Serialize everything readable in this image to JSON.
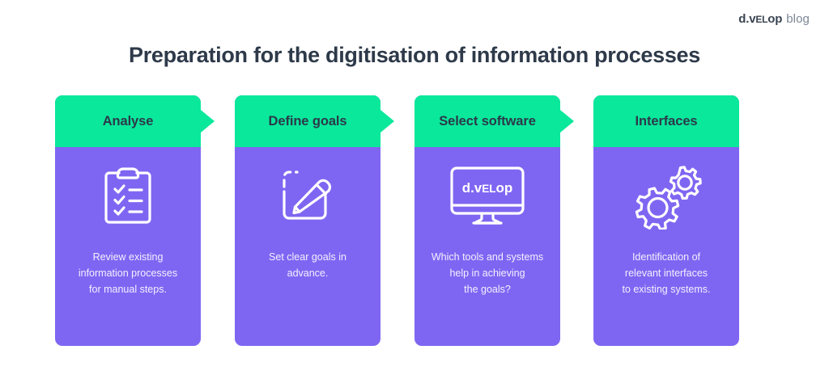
{
  "brand": {
    "mark_prefix": "d.v",
    "mark_smallcaps": "el",
    "mark_suffix": "op",
    "word": "blog"
  },
  "title": "Preparation for the digitisation of information processes",
  "colors": {
    "green": "#0ae89b",
    "purple": "#7f66f2",
    "title_navy": "#2e3a4a",
    "header_text": "#2c394a",
    "body_text": "#f3f1fe",
    "background": "#ffffff"
  },
  "cards": [
    {
      "header": "Analyse",
      "icon": "clipboard-checklist-icon",
      "body": "Review existing\ninformation processes\nfor manual steps.",
      "has_arrow": true
    },
    {
      "header": "Define goals",
      "icon": "pencil-edit-icon",
      "body": "Set clear goals in\nadvance.",
      "has_arrow": true
    },
    {
      "header": "Select software",
      "icon": "monitor-dvelop-icon",
      "body": "Which tools and systems\nhelp in achieving\nthe goals?",
      "has_arrow": true,
      "icon_screen_text": "d.velop"
    },
    {
      "header": "Interfaces",
      "icon": "gears-icon",
      "body": "Identification of\nrelevant interfaces\nto existing systems.",
      "has_arrow": false
    }
  ]
}
